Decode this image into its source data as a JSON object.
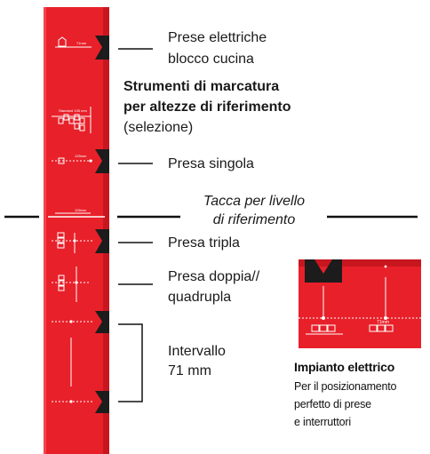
{
  "colors": {
    "ruler_red": "#e8202a",
    "ruler_dark": "#b5141c",
    "notch": "#1c1c1c",
    "mark_white": "#ffffff",
    "line": "#111111"
  },
  "labels": {
    "kitchen_sockets_1": "Prese elettriche",
    "kitchen_sockets_2": "blocco cucina",
    "marking_tools_1": "Strumenti di marcatura",
    "marking_tools_2": "per altezze di riferimento",
    "marking_tools_3": "(selezione)",
    "single_socket": "Presa singola",
    "reference_notch_1": "Tacca per livello",
    "reference_notch_2": "di riferimento",
    "triple_socket": "Presa tripla",
    "double_quad_1": "Presa doppia//",
    "double_quad_2": "quadrupla",
    "interval_1": "Intervallo",
    "interval_2": "71 mm"
  },
  "inset": {
    "title": "Impianto elettrico",
    "desc_1": "Per il posizionamento",
    "desc_2": "perfetto di prese",
    "desc_3": "e interruttori",
    "mark_label": "71mm"
  },
  "ruler": {
    "markings": [
      "71mm",
      "Standard 105 mm",
      "125mm",
      "105mm"
    ]
  }
}
